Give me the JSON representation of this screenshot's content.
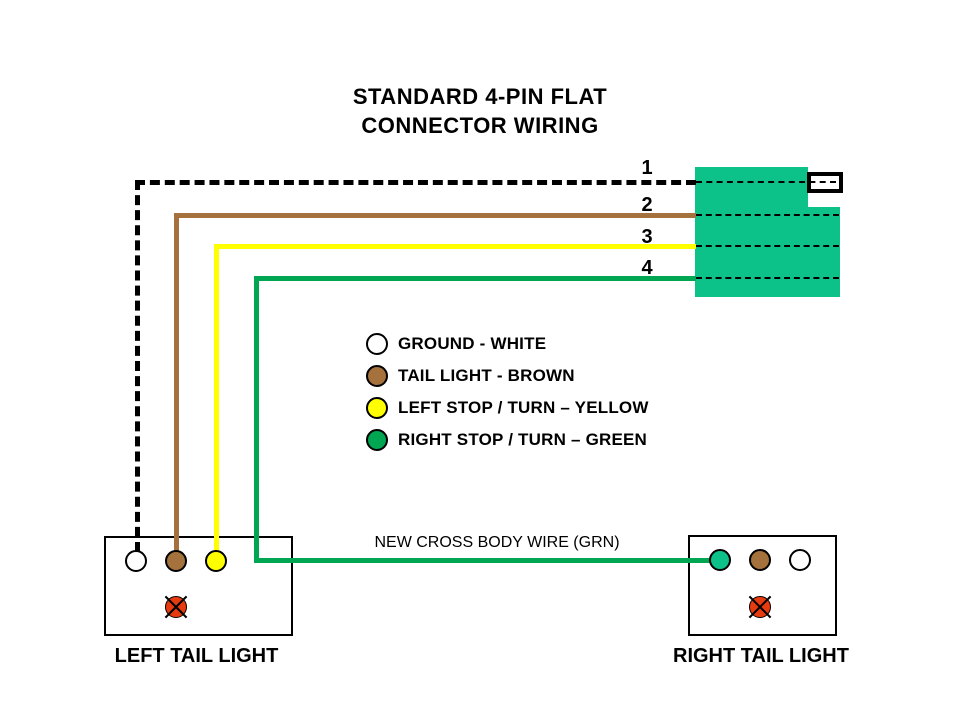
{
  "title": {
    "line1": "STANDARD 4-PIN FLAT",
    "line2": "CONNECTOR WIRING"
  },
  "connector": {
    "pin_labels": [
      "1",
      "2",
      "3",
      "4"
    ],
    "body_color": "#0DC289"
  },
  "wires": {
    "ground": {
      "name": "GROUND",
      "color": "#FFFFFF",
      "drawn_as": "black dashed"
    },
    "tail": {
      "name": "TAIL LIGHT",
      "color": "#A5713D"
    },
    "left": {
      "name": "LEFT STOP / TURN",
      "color": "#FFFF00"
    },
    "right": {
      "name": "RIGHT STOP / TURN",
      "color": "#00A651"
    }
  },
  "legend": {
    "items": [
      {
        "label": "GROUND - WHITE",
        "swatch": "#FFFFFF"
      },
      {
        "label": "TAIL LIGHT - BROWN",
        "swatch": "#A5713D"
      },
      {
        "label": "LEFT STOP / TURN – YELLOW",
        "swatch": "#FFFF00"
      },
      {
        "label": "RIGHT STOP / TURN – GREEN",
        "swatch": "#00A651"
      }
    ]
  },
  "cross_body_wire_label": "NEW CROSS BODY WIRE (GRN)",
  "left_tail_light": {
    "label": "LEFT TAIL LIGHT",
    "sockets": [
      "#FFFFFF",
      "#A5713D",
      "#FFFF00"
    ],
    "lamp_color": "#E63A0F"
  },
  "right_tail_light": {
    "label": "RIGHT TAIL LIGHT",
    "sockets": [
      "#0DC289",
      "#A5713D",
      "#FFFFFF"
    ],
    "lamp_color": "#E63A0F"
  }
}
